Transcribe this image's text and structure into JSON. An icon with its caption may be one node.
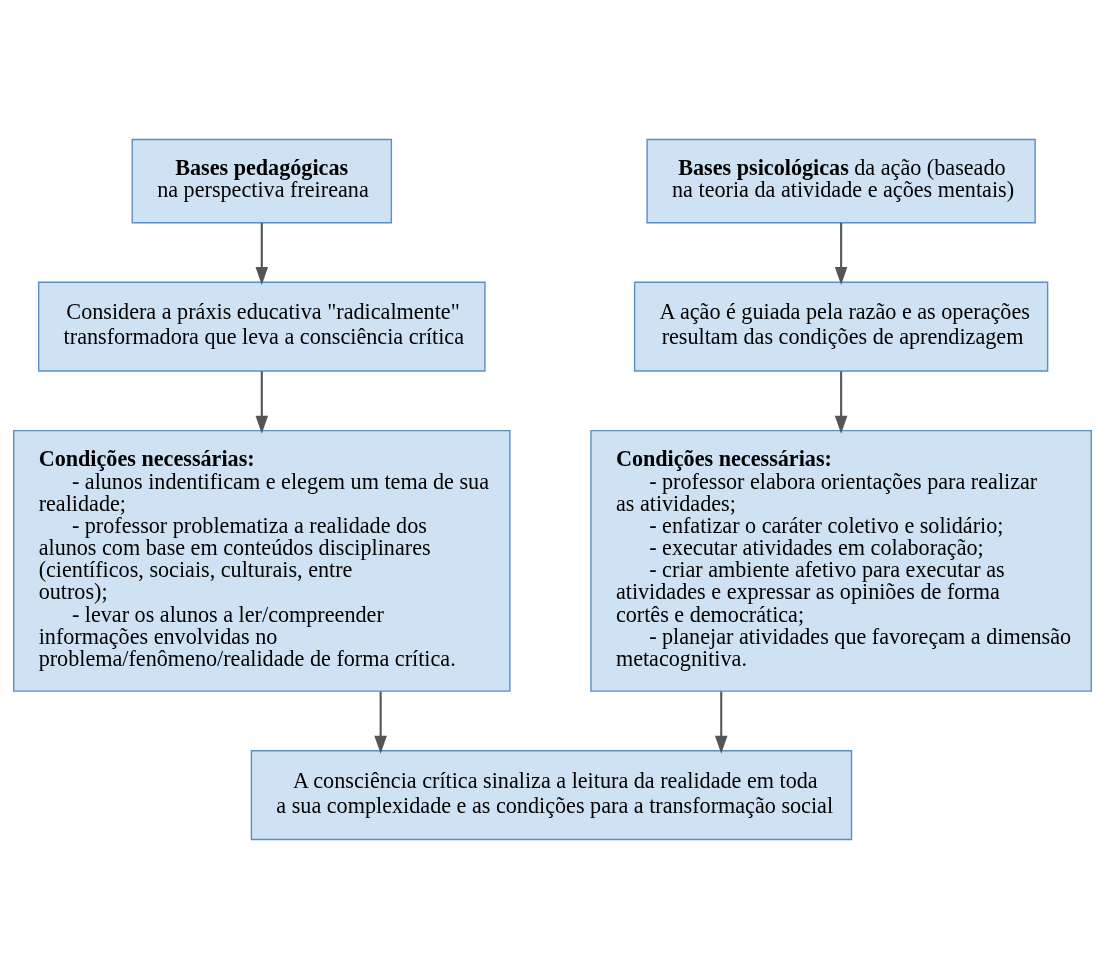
{
  "diagram": {
    "nodes": [
      {
        "text": [
          "Bases pedagógicas",
          "na perspectiva freireana"
        ]
      },
      {
        "text": [
          "**Bases psicológicas** da ação (baseado na teoria da atividade e ações mentais)"
        ]
      },
      {
        "text": [
          "Considera a práxis educativa \"radicalmente\" transformadora que leva a consciência crítica"
        ]
      },
      {
        "text": [
          "A ação é guiada pela razão e as operações resultam das condições de aprendizagem"
        ]
      },
      {
        "text": [
          "Condições necessárias:",
          "- alunos indentificam e elegem um tema de sua realidade;",
          "- professor problematiza a realidade dos alunos com base em conteúdos disciplinares (científicos, sociais, culturais, entre outros);",
          "- levar os alunos a ler/compreender informações envolvidas no problema/fenômeno/realidade de forma crítica."
        ]
      },
      {
        "text": [
          "Condições necessárias:",
          "- professor elabora orientações para realizar as atividades;",
          "- enfatizar o caráter coletivo e solidário;",
          "- executar atividades em colaboração;",
          "- criar ambiente afetivo para executar as atividades e expressar as opiniões de forma cortês e democrática;",
          "- planejar atividades que favoreçam a dimensão metacognitiva."
        ]
      },
      {
        "text": [
          "A consciência crítica sinaliza a leitura da realidade em toda a sua complexidade e as condições para a transformação social"
        ]
      }
    ],
    "edges": [
      {
        "from": 0,
        "to": 2,
        "arrow": "to"
      },
      {
        "from": 2,
        "to": 4,
        "arrow": "to"
      },
      {
        "from": 1,
        "to": 3,
        "arrow": "to"
      },
      {
        "from": 3,
        "to": 5,
        "arrow": "to"
      },
      {
        "from": 4,
        "to": 6,
        "arrow": "to"
      },
      {
        "from": 5,
        "to": 6,
        "arrow": "to"
      }
    ]
  }
}
